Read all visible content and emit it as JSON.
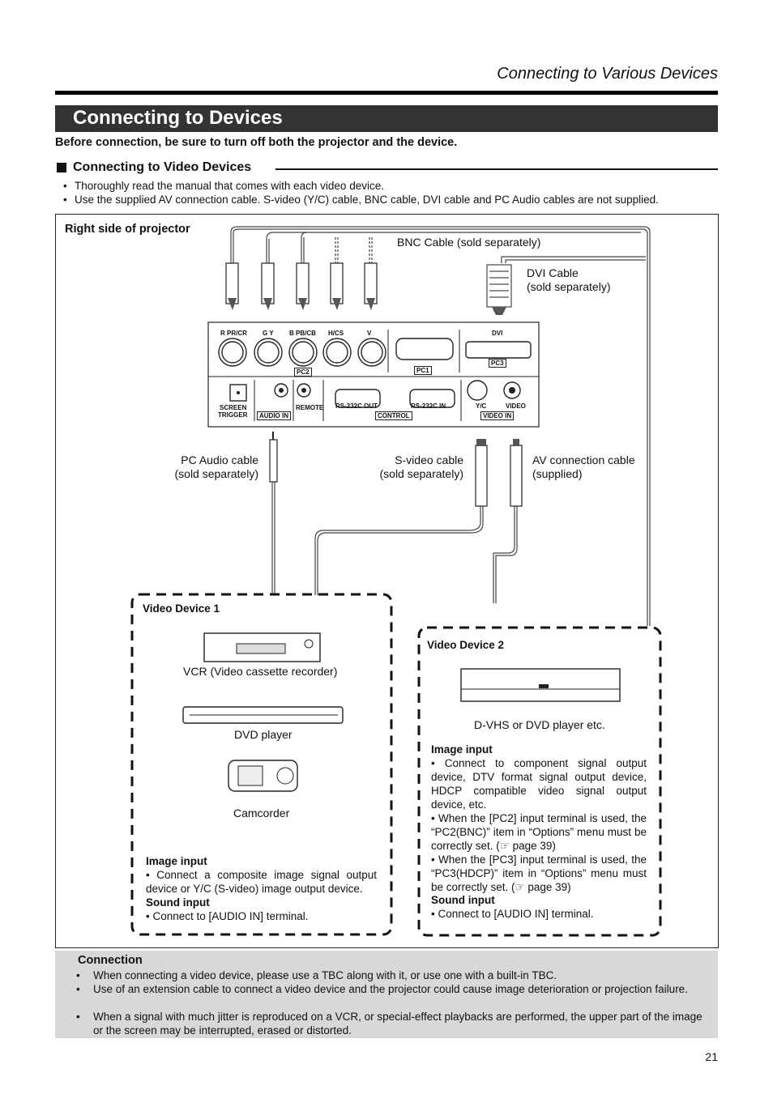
{
  "running_header": "Connecting to Various Devices",
  "section_title": "Connecting to Devices",
  "warning": "Before connection, be sure to turn off both the projector and the device.",
  "subsection_title": "Connecting to Video Devices",
  "intro_bullets": [
    "Thoroughly read the manual that comes with each video device.",
    "Use the supplied AV connection cable. S-video (Y/C) cable, BNC cable, DVI cable and PC Audio cables are not supplied."
  ],
  "diagram": {
    "projector_label": "Right side of projector",
    "bnc_cable": "BNC Cable (sold separately)",
    "dvi_cable": [
      "DVI Cable",
      "(sold separately)"
    ],
    "pc_audio_cable": [
      "PC Audio cable",
      "(sold separately)"
    ],
    "svideo_cable": [
      "S-video cable",
      "(sold separately)"
    ],
    "av_cable": [
      "AV connection cable",
      "(supplied)"
    ],
    "panel": {
      "bnc_labels": [
        "R PR/CR",
        "G Y",
        "B PB/CB",
        "H/CS",
        "V"
      ],
      "pc2": "PC2",
      "pc1": "PC1",
      "pc3": "PC3",
      "dvi": "DVI",
      "screen_trigger": [
        "SCREEN",
        "TRIGGER"
      ],
      "audio_in": "AUDIO IN",
      "remote": "REMOTE",
      "rs232_out": "RS-232C OUT",
      "rs232_in": "RS-232C IN",
      "control": "CONTROL",
      "yc": "Y/C",
      "video": "VIDEO",
      "video_in": "VIDEO IN"
    },
    "device1": {
      "title": "Video Device 1",
      "vcr": "VCR (Video cassette recorder)",
      "dvd": "DVD player",
      "camcorder": "Camcorder",
      "image_input_heading": "Image input",
      "image_input": "• Connect a composite image signal output device or Y/C (S-video) image output device.",
      "sound_input_heading": "Sound input",
      "sound_input": "• Connect to [AUDIO IN] terminal."
    },
    "device2": {
      "title": "Video Device 2",
      "dvhs": "D-VHS or DVD player etc.",
      "image_input_heading": "Image input",
      "image_input": [
        "• Connect to component signal output device, DTV format signal output device, HDCP compatible video signal output device, etc.",
        "• When the [PC2] input terminal is used, the “PC2(BNC)” item in “Options” menu must be correctly set. (☞ page 39)",
        "• When the [PC3] input terminal is used, the “PC3(HDCP)” item in “Options” menu must be correctly set. (☞ page 39)"
      ],
      "sound_input_heading": "Sound input",
      "sound_input": "• Connect to [AUDIO IN] terminal."
    }
  },
  "connection": {
    "heading": "Connection",
    "items": [
      "When connecting a video device, please use a TBC along with it, or use one with a built-in TBC.",
      "Use of an extension cable to connect a video device and the projector could cause image deterioration or projection failure.",
      "When a signal with much jitter is reproduced on a VCR, or special-effect playbacks are performed, the upper part of the image or the screen may be interrupted, erased or distorted."
    ]
  },
  "page_number": "21"
}
